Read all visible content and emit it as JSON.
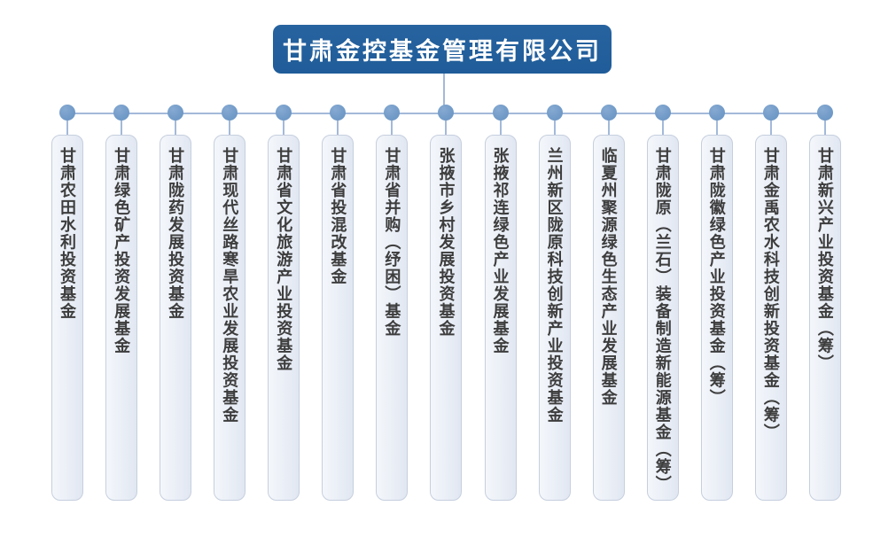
{
  "org_chart": {
    "root": {
      "label": "甘肃金控基金管理有限公司"
    },
    "children": [
      {
        "label": "甘肃农田水利投资基金"
      },
      {
        "label": "甘肃绿色矿产投资发展基金"
      },
      {
        "label": "甘肃陇药发展投资基金"
      },
      {
        "label": "甘肃现代丝路寒旱农业发展投资基金"
      },
      {
        "label": "甘肃省文化旅游产业投资基金"
      },
      {
        "label": "甘肃省投混改基金"
      },
      {
        "label": "甘肃省并购（纾困）基金"
      },
      {
        "label": "张掖市乡村发展投资基金"
      },
      {
        "label": "张掖祁连绿色产业发展基金"
      },
      {
        "label": "兰州新区陇原科技创新产业投资基金"
      },
      {
        "label": "临夏州聚源绿色生态产业发展基金"
      },
      {
        "label": "甘肃陇原（兰石）装备制造新能源基金（筹）"
      },
      {
        "label": "甘肃陇徽绿色产业投资基金（筹）"
      },
      {
        "label": "甘肃金禹农水科技创新投资基金（筹）"
      },
      {
        "label": "甘肃新兴产业投资基金（筹）"
      }
    ],
    "colors": {
      "title_bg": "#1f5c99",
      "title_text": "#ffffff",
      "line": "#a3b9d9",
      "dot": "#6e98c6",
      "node_bg": "#e1e7f2",
      "node_bg_light": "#f4f7fb",
      "node_border": "#c6cfde",
      "node_text": "#3d3d3d"
    }
  }
}
